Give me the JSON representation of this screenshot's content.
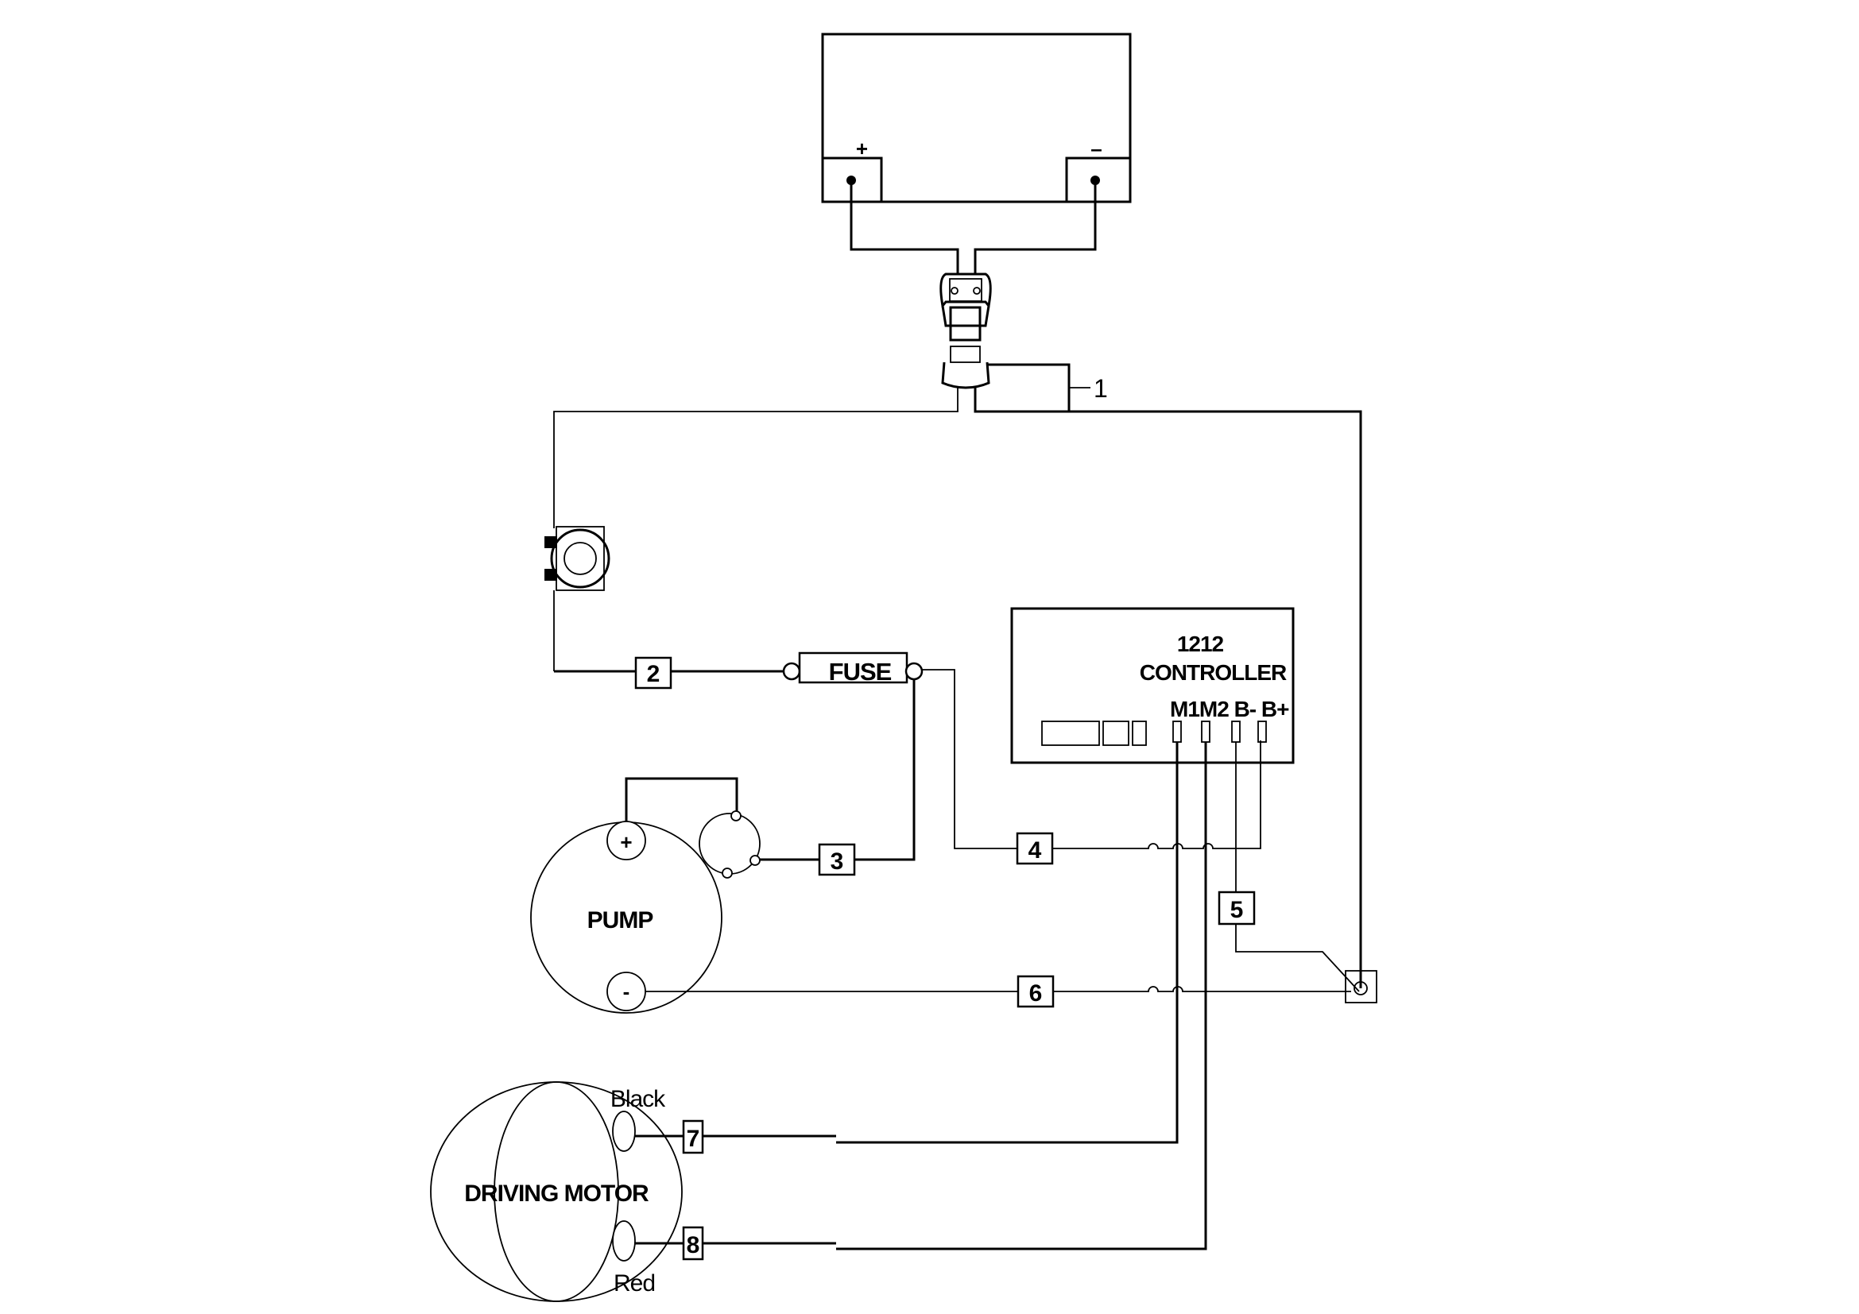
{
  "diagram": {
    "type": "wiring-diagram",
    "battery": {
      "positive_label": "+",
      "negative_label": "–"
    },
    "key_switch": {
      "icon": "key-switch-icon"
    },
    "fuse": {
      "label": "FUSE"
    },
    "controller": {
      "model": "1212",
      "name": "CONTROLLER",
      "terminals": [
        "M1",
        "M2",
        "B-",
        "B+"
      ],
      "terminal_label_text": "M1M2 B- B+"
    },
    "pump": {
      "label": "PUMP",
      "positive_label": "+",
      "negative_label": "-"
    },
    "driving_motor": {
      "label": "DRIVING MOTOR",
      "terminal_top_label": "Black",
      "terminal_bottom_label": "Red"
    },
    "wire_numbers": [
      "1",
      "2",
      "3",
      "4",
      "5",
      "6",
      "7",
      "8"
    ]
  }
}
